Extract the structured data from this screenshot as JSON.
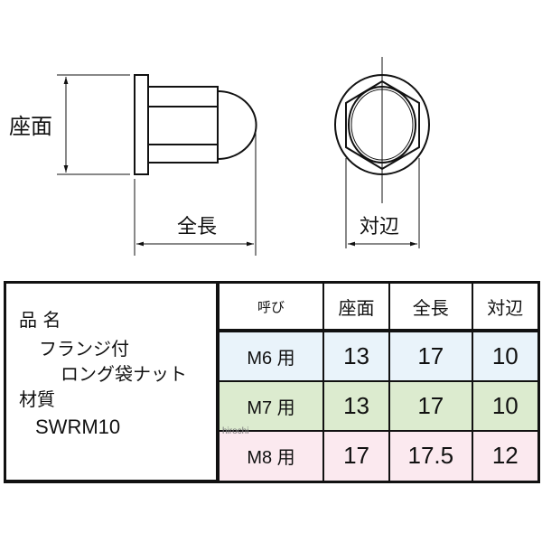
{
  "diagram": {
    "side_view_label_height": "座面",
    "side_view_label_length": "全長",
    "front_view_label_width": "対辺"
  },
  "product": {
    "name_heading": "品 名",
    "name_line1": "フランジ付",
    "name_line2": "ロング袋ナット",
    "material_heading": "材質",
    "material": "SWRM10"
  },
  "table": {
    "headers": [
      "呼び",
      "座面",
      "全長",
      "対辺"
    ],
    "rows": [
      {
        "size": "M6 用",
        "seat": "13",
        "length": "17",
        "width": "10",
        "color": "#e9f3fa"
      },
      {
        "size": "M7 用",
        "seat": "13",
        "length": "17",
        "width": "10",
        "color": "#dcebcf"
      },
      {
        "size": "M8 用",
        "seat": "17",
        "length": "17.5",
        "width": "12",
        "color": "#fbe9ef"
      }
    ]
  },
  "watermark": "hirochi"
}
